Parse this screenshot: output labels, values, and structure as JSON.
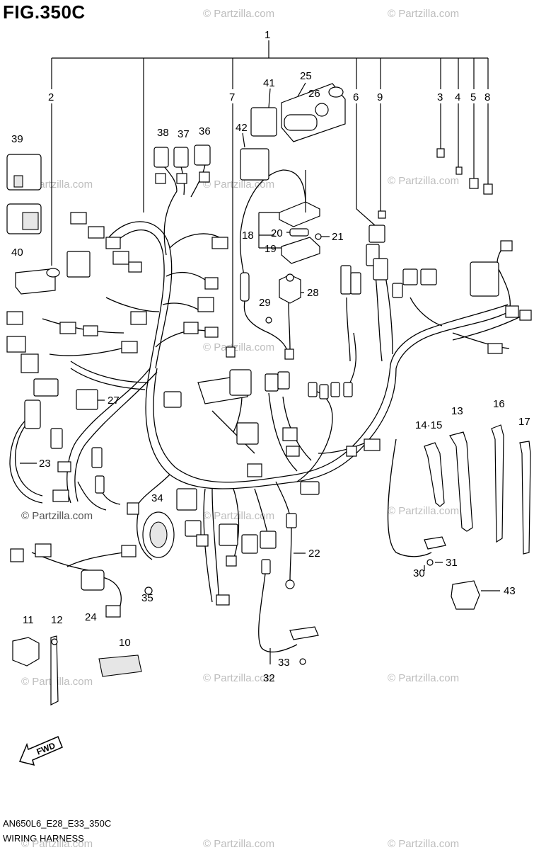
{
  "figure": {
    "title": "FIG.350C",
    "model_code": "AN650L6_E28_E33_350C",
    "name": "WIRING HARNESS",
    "fwd_label": "FWD"
  },
  "watermark": "© Partzilla.com",
  "callouts": [
    "1",
    "2",
    "3",
    "4",
    "5",
    "6",
    "7",
    "8",
    "9",
    "10",
    "11",
    "12",
    "13",
    "14·15",
    "16",
    "17",
    "18",
    "19",
    "20",
    "21",
    "22",
    "23",
    "24",
    "25",
    "26",
    "27",
    "28",
    "29",
    "30",
    "31",
    "32",
    "33",
    "34",
    "35",
    "36",
    "37",
    "38",
    "39",
    "40",
    "41",
    "42",
    "43"
  ]
}
